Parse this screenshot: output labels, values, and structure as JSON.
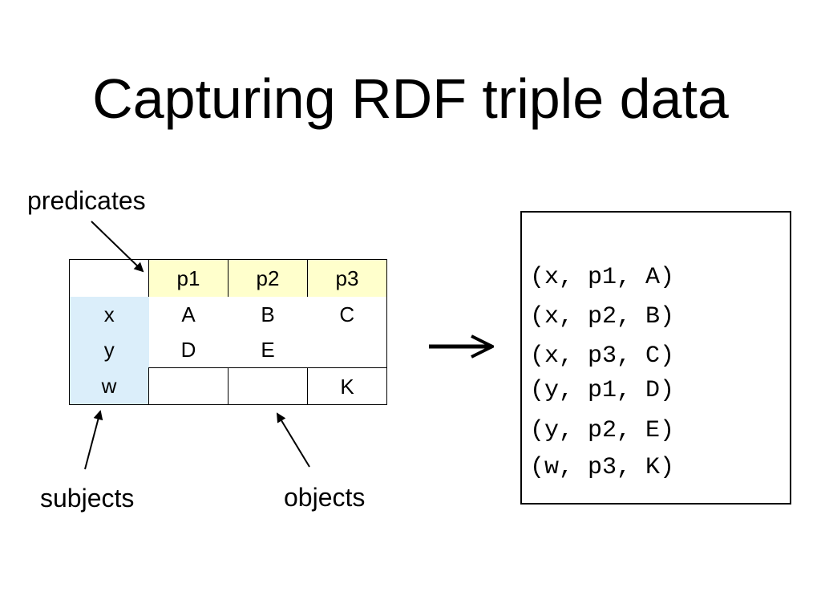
{
  "slide": {
    "title": "Capturing RDF triple data"
  },
  "labels": {
    "predicates": "predicates",
    "subjects": "subjects",
    "objects": "objects"
  },
  "table": {
    "header": [
      "",
      "p1",
      "p2",
      "p3"
    ],
    "rows": [
      [
        "x",
        "A",
        "B",
        "C"
      ],
      [
        "y",
        "D",
        "E",
        ""
      ],
      [
        "w",
        "",
        "",
        "K"
      ]
    ]
  },
  "triples": [
    "(x, p1, A)",
    "(x, p2, B)",
    "(x, p3, C)",
    "(y, p1, D)",
    "(y, p2, E)",
    "(w, p3, K)"
  ],
  "colors": {
    "predicate_header_fill": "#ffffcc",
    "subject_column_fill": "#dbeefa",
    "lines": "#000000"
  }
}
